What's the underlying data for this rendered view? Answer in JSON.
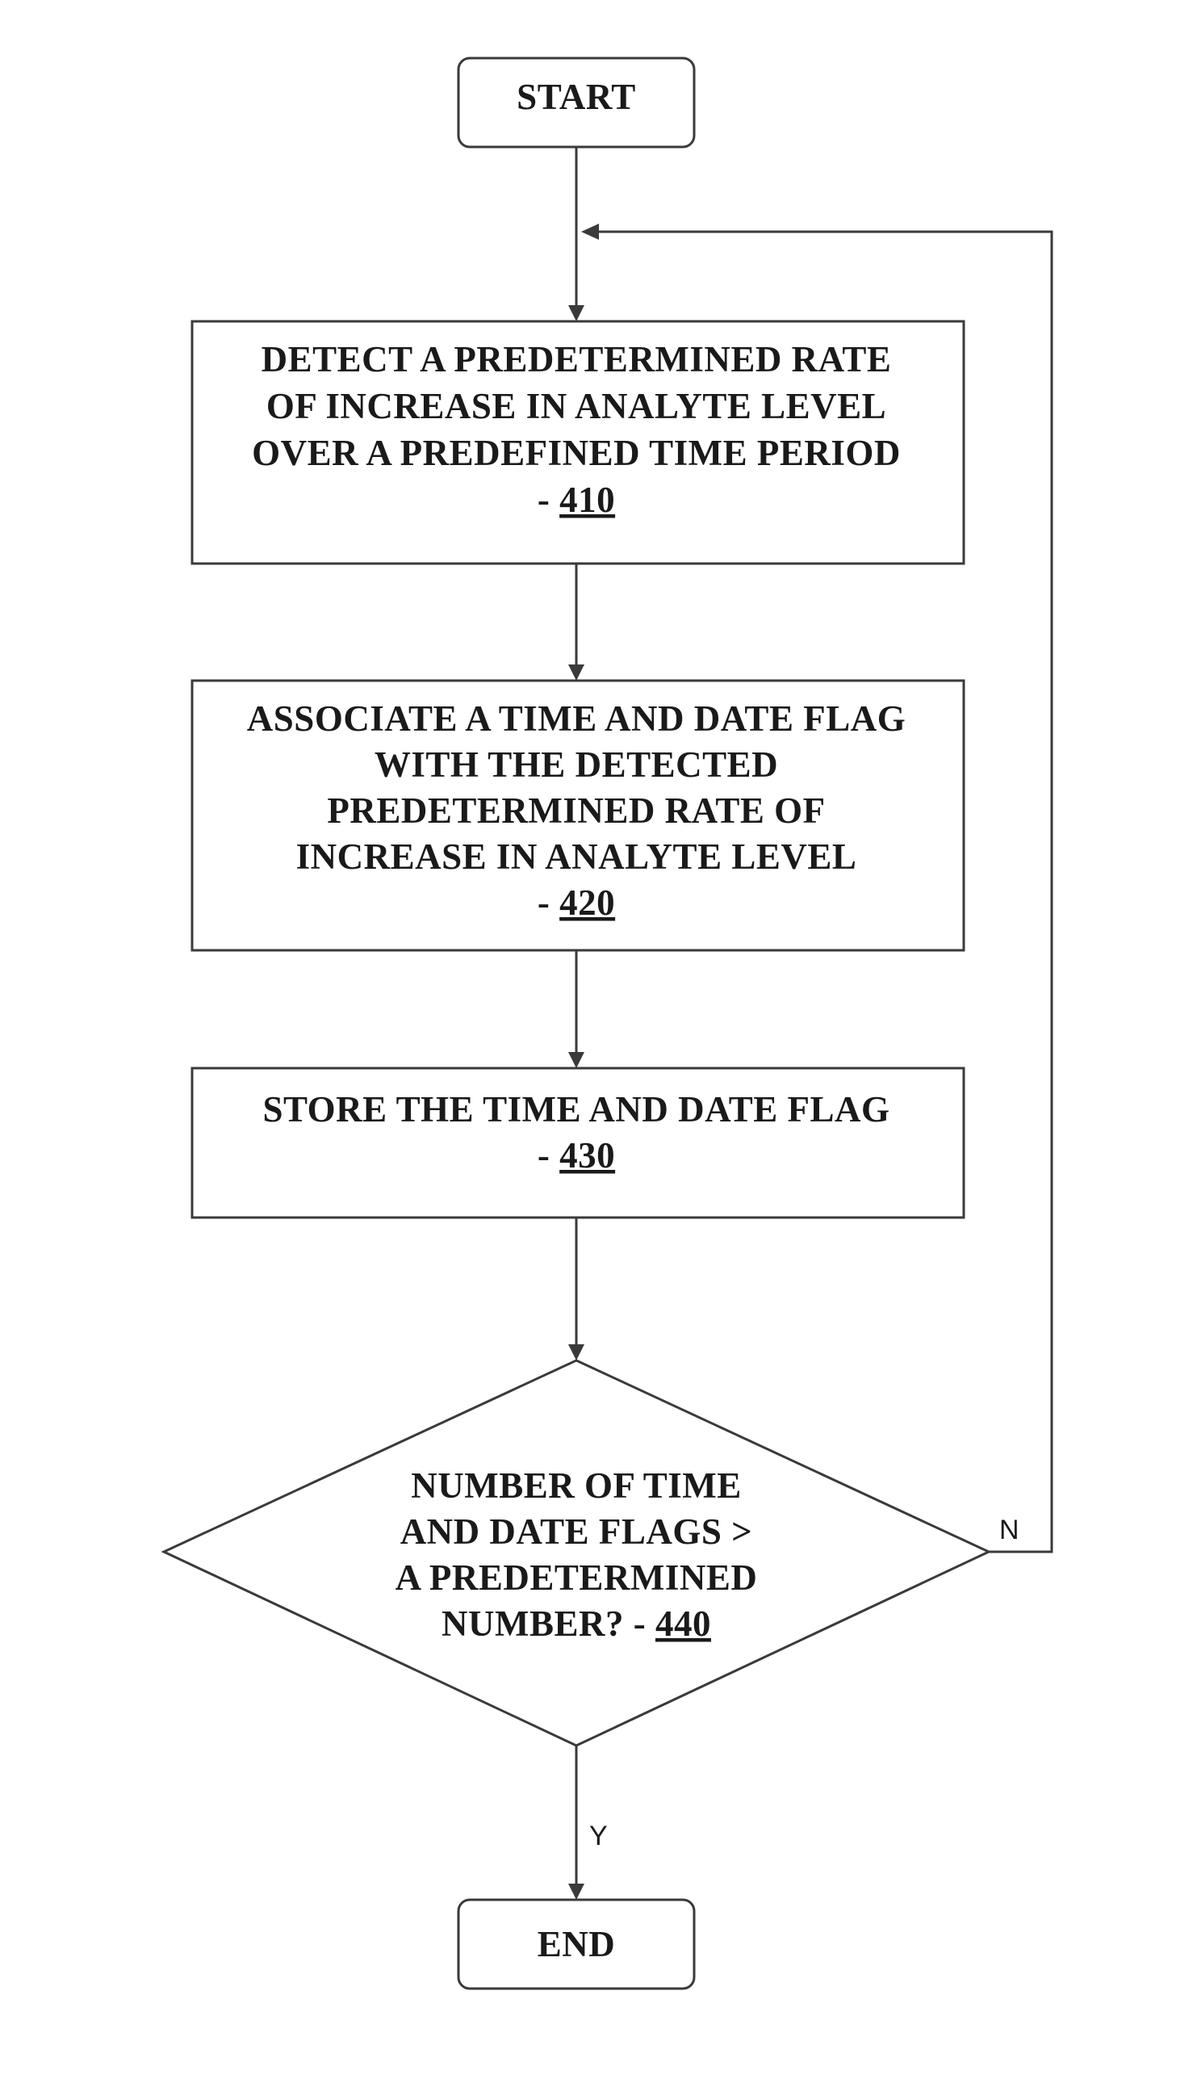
{
  "start": {
    "label": "START"
  },
  "end": {
    "label": "END"
  },
  "step_410": {
    "lines": [
      "DETECT A PREDETERMINED RATE",
      "OF INCREASE IN ANALYTE LEVEL",
      "OVER A PREDEFINED TIME PERIOD"
    ],
    "prefix": "- ",
    "ref": "410"
  },
  "step_420": {
    "lines": [
      "ASSOCIATE A TIME AND DATE FLAG",
      "WITH THE DETECTED",
      "PREDETERMINED RATE OF",
      "INCREASE IN ANALYTE LEVEL"
    ],
    "prefix": "- ",
    "ref": "420"
  },
  "step_430": {
    "lines": [
      "STORE THE TIME AND DATE FLAG"
    ],
    "prefix": "- ",
    "ref": "430"
  },
  "decision_440": {
    "lines": [
      "NUMBER OF TIME",
      "AND DATE FLAGS >",
      "A PREDETERMINED"
    ],
    "last_line_prefix": "NUMBER? - ",
    "ref": "440",
    "no_label": "N",
    "yes_label": "Y"
  },
  "colors": {
    "stroke": "#3a3a3a",
    "text": "#1a1a1a",
    "background": "#ffffff"
  }
}
